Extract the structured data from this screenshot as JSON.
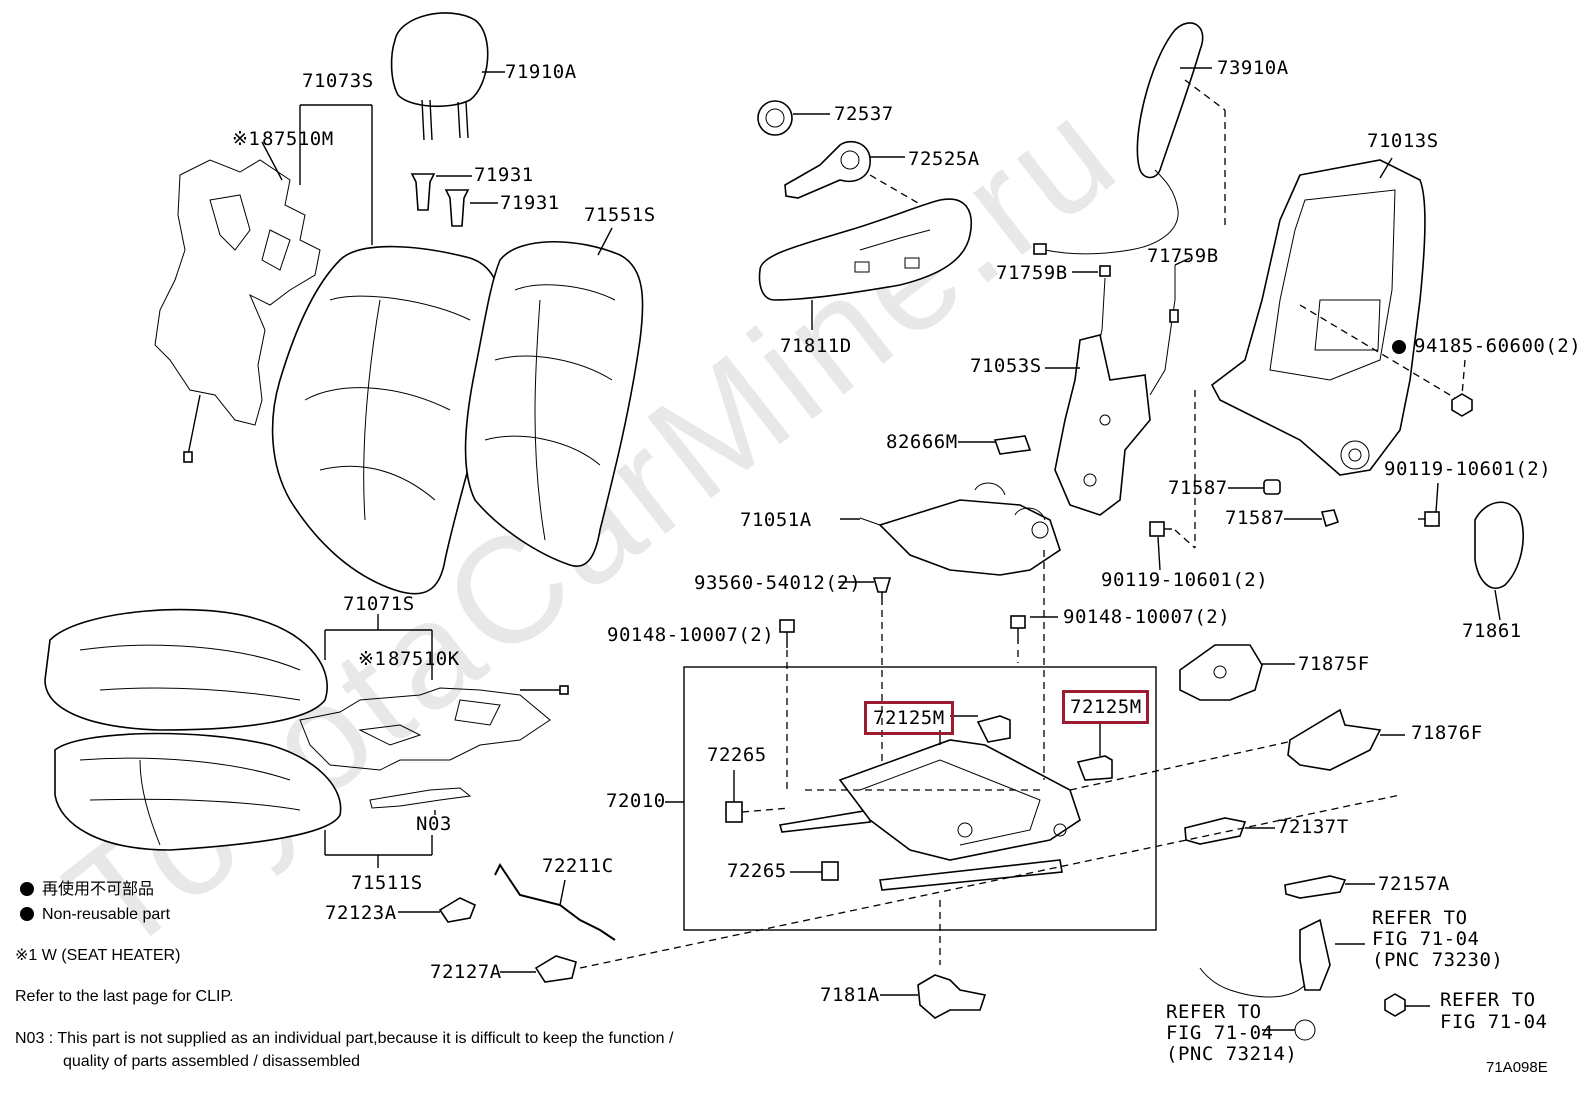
{
  "labels": {
    "p71073S": "71073S",
    "p71910A": "71910A",
    "p87510M": "87510M",
    "p71931a": "71931",
    "p71931b": "71931",
    "p71551S": "71551S",
    "p72537": "72537",
    "p72525A": "72525A",
    "p71811D": "71811D",
    "p73910A": "73910A",
    "p71013S": "71013S",
    "p71759Ba": "71759B",
    "p71759Bb": "71759B",
    "p71053S": "71053S",
    "p94185": "94185-60600(2)",
    "p82666M": "82666M",
    "p71587a": "71587",
    "p90119a": "90119-10601(2)",
    "p71587b": "71587",
    "p71051A": "71051A",
    "p93560": "93560-54012(2)",
    "p90119b": "90119-10601(2)",
    "p71861": "71861",
    "p90148a": "90148-10007(2)",
    "p90148b": "90148-10007(2)",
    "p71071S": "71071S",
    "p87510K": "87510K",
    "p71875F": "71875F",
    "p72125Ma": "72125M",
    "p72125Mb": "72125M",
    "p71876F": "71876F",
    "p72265a": "72265",
    "p72010": "72010",
    "pN03": "N03",
    "p72137T": "72137T",
    "p72265b": "72265",
    "p71511S": "71511S",
    "p72211C": "72211C",
    "p72157A": "72157A",
    "p72123A": "72123A",
    "p72127A": "72127A",
    "p7181A": "7181A"
  },
  "marks": {
    "mark1": "※1",
    "mark2": "※1"
  },
  "refers": {
    "r1_line1": "REFER TO",
    "r1_line2": "FIG 71-04",
    "r1_line3": "(PNC 73230)",
    "r2_line1": "REFER TO",
    "r2_line2": "FIG 71-04",
    "r3_line1": "REFER TO",
    "r3_line2": "FIG 71-04",
    "r3_line3": "(PNC 73214)"
  },
  "legend": {
    "nonreusable_jp": "再使用不可部品",
    "nonreusable_en": "Non-reusable part",
    "seat_heater": "※1  W (SEAT HEATER)",
    "clip_note": "Refer to the last page for CLIP.",
    "n03_note_line1": "N03 : This part is not supplied as an individual part,because it is difficult to keep the function /",
    "n03_note_line2": "quality of parts assembled / disassembled"
  },
  "figure_id": "71A098E",
  "watermark": "ToyotaCarMine.ru",
  "colors": {
    "highlight": "#9b1b30",
    "ink": "#000000",
    "watermark": "#e6e6e6"
  }
}
